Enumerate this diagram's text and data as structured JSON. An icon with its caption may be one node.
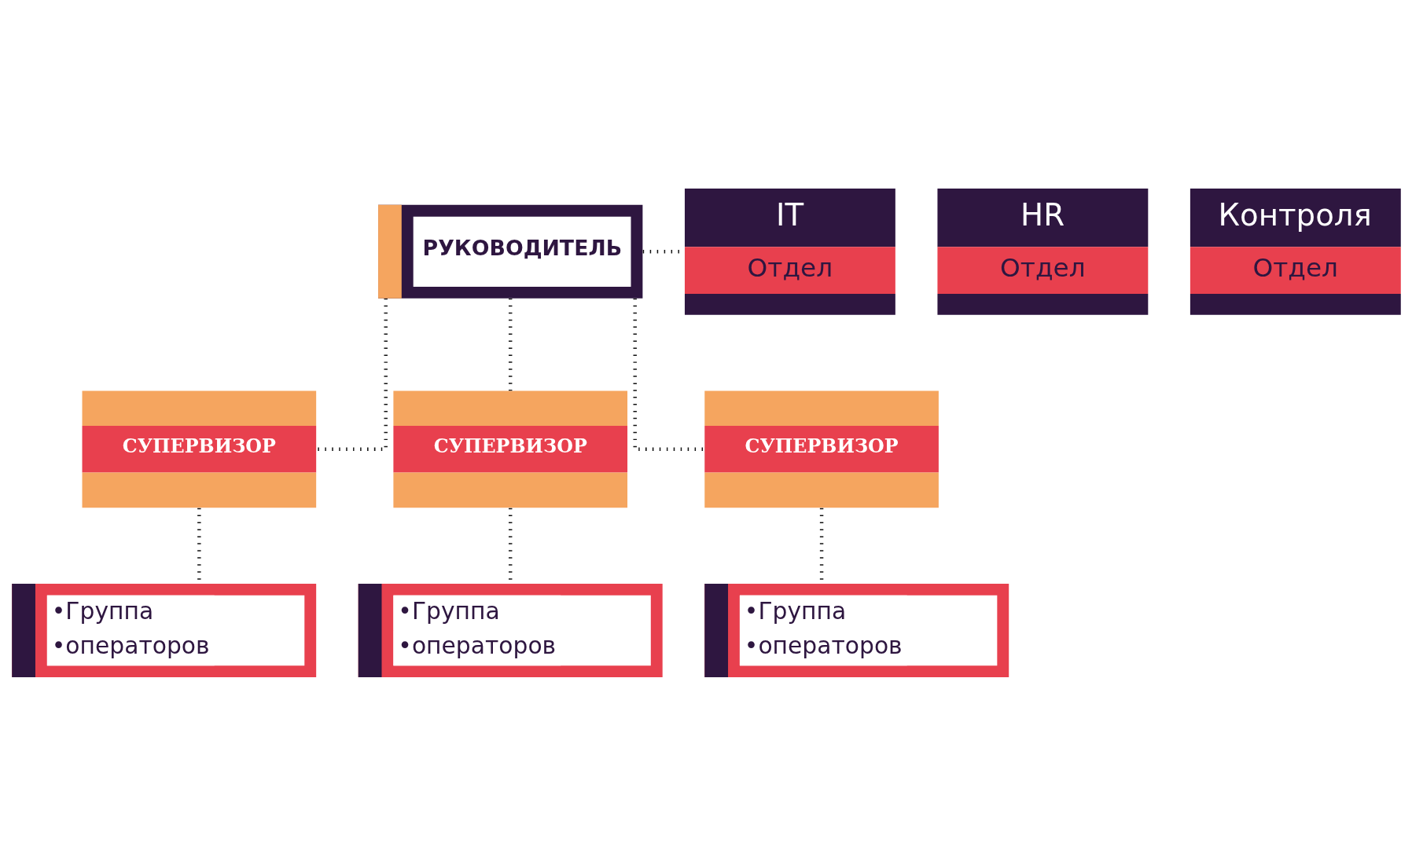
{
  "diagram": {
    "nodes": [
      {
        "text": [
          "РУКОВОДИТЕЛЬ"
        ]
      },
      {
        "text": [
          "IT",
          "Отдел"
        ]
      },
      {
        "text": [
          "HR",
          "Отдел"
        ]
      },
      {
        "text": [
          "Контроля",
          "Отдел"
        ]
      },
      {
        "text": [
          "СУПЕРВИЗОР"
        ]
      },
      {
        "text": [
          "СУПЕРВИЗОР"
        ]
      },
      {
        "text": [
          "СУПЕРВИЗОР"
        ]
      },
      {
        "text": [
          "•Группа",
          "•операторов"
        ]
      },
      {
        "text": [
          "•Группа",
          "•операторов"
        ]
      },
      {
        "text": [
          "•Группа",
          "•операторов"
        ]
      }
    ],
    "edges": [
      {
        "from": 0,
        "to": 1,
        "arrow": "none"
      },
      {
        "from": 0,
        "to": 4,
        "arrow": "none"
      },
      {
        "from": 0,
        "to": 5,
        "arrow": "none"
      },
      {
        "from": 0,
        "to": 6,
        "arrow": "none"
      },
      {
        "from": 4,
        "to": 7,
        "arrow": "none"
      },
      {
        "from": 5,
        "to": 8,
        "arrow": "none"
      },
      {
        "from": 6,
        "to": 9,
        "arrow": "none"
      }
    ]
  }
}
